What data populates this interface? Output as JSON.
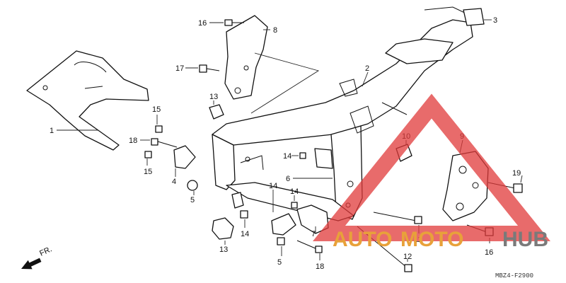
{
  "callouts": [
    "1",
    "2",
    "3",
    "4",
    "5",
    "6",
    "7",
    "8",
    "9",
    "10",
    "11",
    "12",
    "13",
    "14",
    "15",
    "16",
    "17",
    "18",
    "19"
  ],
  "direction_label": "FR.",
  "diagram_code": "MBZ4-F2900",
  "watermark": {
    "part1": "AUTO",
    "part2": "MOTO",
    "part3": "HUB",
    "color_primary": "#e8a13a",
    "color_secondary": "#7a7a7a",
    "color_triangle": "#e03a3a"
  }
}
